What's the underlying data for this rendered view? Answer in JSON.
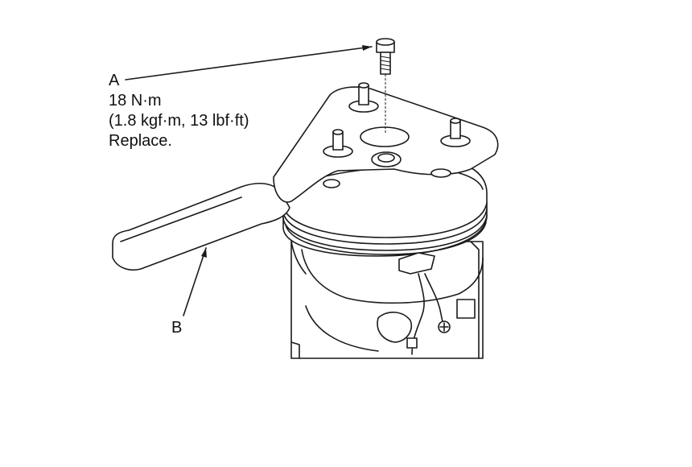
{
  "callout_a": {
    "letter": "A",
    "torque": "18 N·m",
    "torque_alt": "(1.8 kgf·m, 13 lbf·ft)",
    "note": "Replace."
  },
  "callout_b": {
    "letter": "B"
  },
  "colors": {
    "line": "#1a1a1a",
    "background": "#ffffff"
  }
}
